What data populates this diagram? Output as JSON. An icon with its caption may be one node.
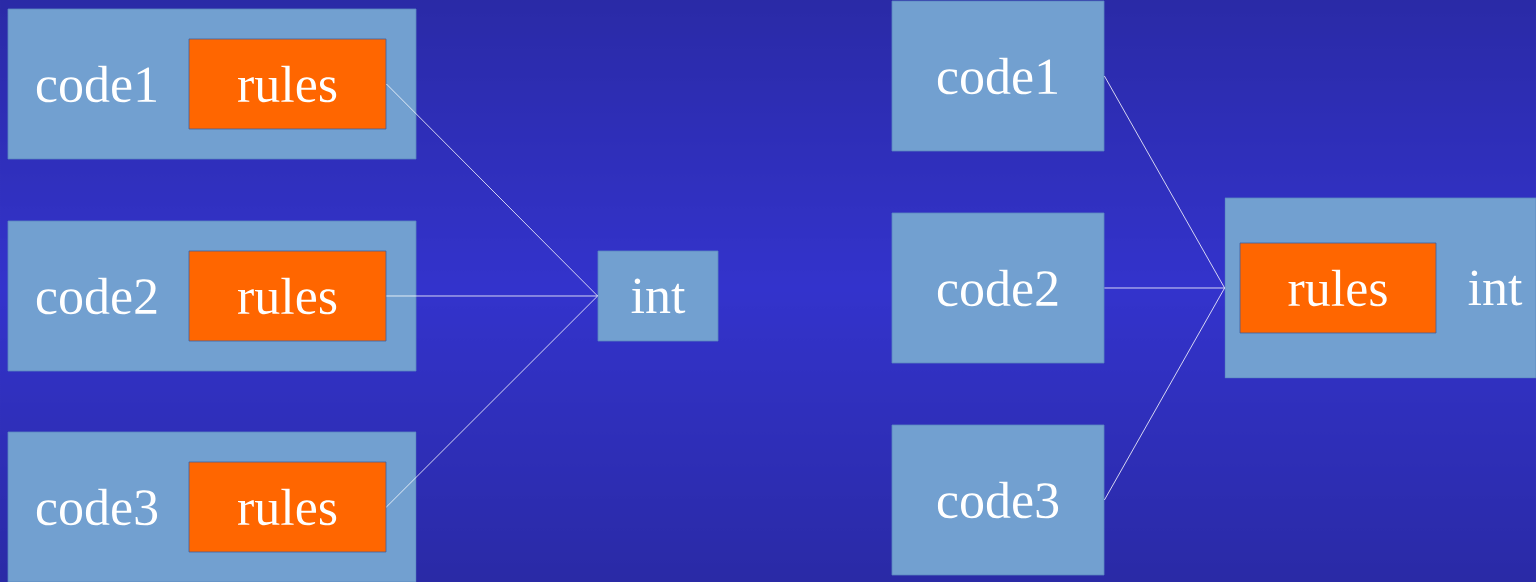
{
  "diagram": {
    "nodes": [
      {
        "text": [
          "code1"
        ]
      },
      {
        "text": [
          "rules"
        ],
        "in": 0
      },
      {
        "text": [
          "code2"
        ]
      },
      {
        "text": [
          "rules"
        ],
        "in": 2
      },
      {
        "text": [
          "code3"
        ]
      },
      {
        "text": [
          "rules"
        ],
        "in": 4
      },
      {
        "text": [
          "int"
        ]
      },
      {
        "text": [
          "code1"
        ]
      },
      {
        "text": [
          "code2"
        ]
      },
      {
        "text": [
          "code3"
        ]
      },
      {
        "text": [
          "int"
        ]
      },
      {
        "text": [
          "rules"
        ],
        "in": 10
      }
    ],
    "edges": [
      {
        "from": 1,
        "to": 6,
        "arrow": "none"
      },
      {
        "from": 3,
        "to": 6,
        "arrow": "none"
      },
      {
        "from": 5,
        "to": 6,
        "arrow": "none"
      },
      {
        "from": 7,
        "to": 10,
        "arrow": "none"
      },
      {
        "from": 8,
        "to": 10,
        "arrow": "none"
      },
      {
        "from": 9,
        "to": 10,
        "arrow": "none"
      }
    ]
  }
}
